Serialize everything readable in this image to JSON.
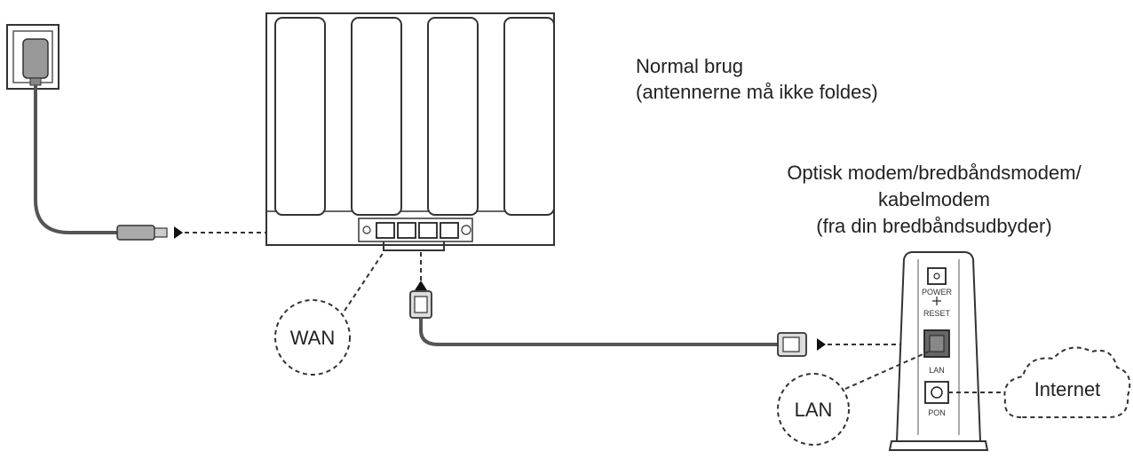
{
  "router_caption": {
    "line1": "Normal brug",
    "line2": "(antennerne må ikke foldes)"
  },
  "modem_caption": {
    "line1": "Optisk modem/bredbåndsmodem/",
    "line2": "kabelmodem",
    "line3": "(fra din bredbåndsudbyder)"
  },
  "labels": {
    "wan": "WAN",
    "lan": "LAN",
    "internet": "Internet"
  },
  "modem_ports": {
    "power": "POWER",
    "reset": "RESET",
    "lan": "LAN",
    "pon": "PON"
  },
  "colors": {
    "line": "#333333",
    "cable": "#555555",
    "fill": "#f2f2f2"
  }
}
